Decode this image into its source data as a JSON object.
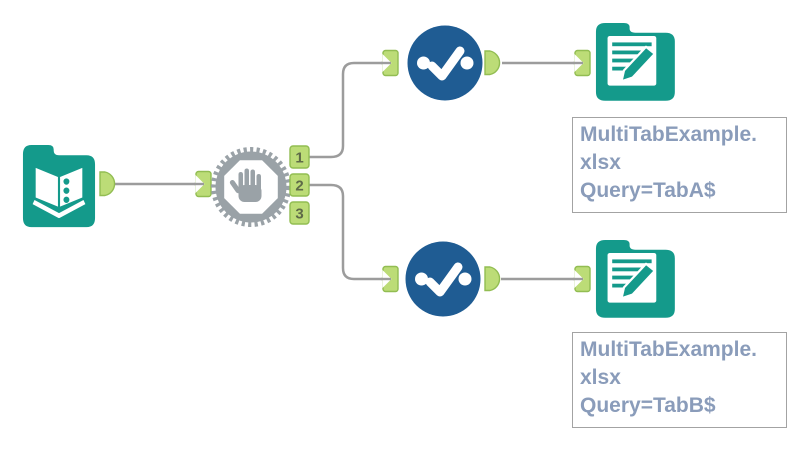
{
  "colors": {
    "teal": "#149a8b",
    "blue": "#1f5c93",
    "gray": "#9aa2a7",
    "anchor_fill": "#bcdc77",
    "anchor_border": "#92bd52",
    "anchor_text": "#5e6a48",
    "wire": "#9c9c9c",
    "annotation_text": "#8a9cba",
    "annotation_border": "#a3a3a3",
    "canvas_bg": "#ffffff"
  },
  "icons": {
    "input_tool": "open-book-icon",
    "block_tool": "stop-hand-gear-icon",
    "select_tool": "checkmark-circle-icon",
    "output_tool": "document-pencil-icon"
  },
  "block_anchors": [
    "1",
    "2",
    "3"
  ],
  "annotations": [
    {
      "lines": [
        "MultiTabExample.",
        "xlsx",
        "Query=TabA$"
      ]
    },
    {
      "lines": [
        "MultiTabExample.",
        "xlsx",
        "Query=TabB$"
      ]
    }
  ]
}
